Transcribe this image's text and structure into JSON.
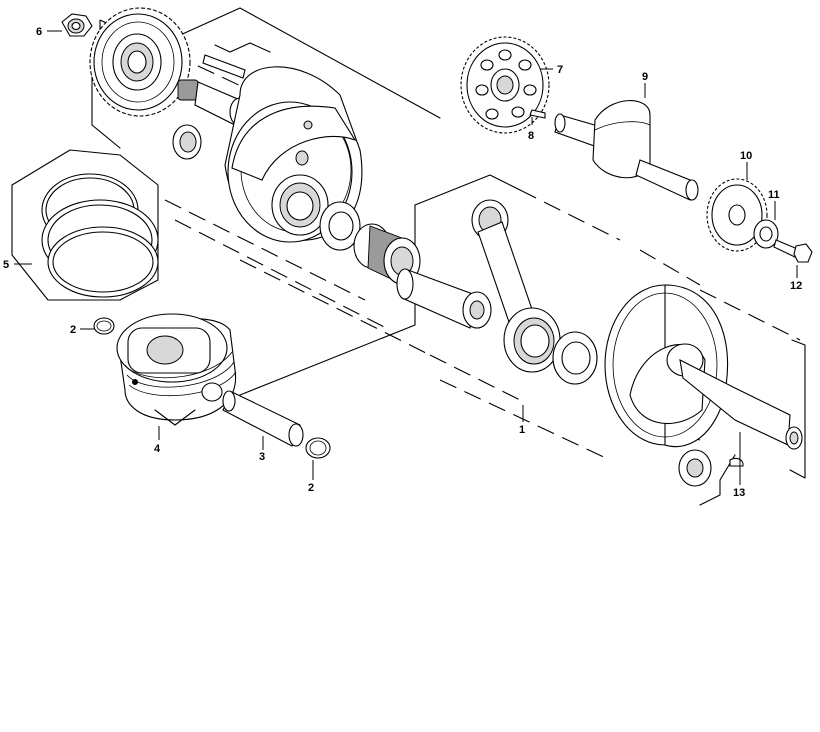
{
  "callouts": {
    "c1": "1",
    "c2a": "2",
    "c2b": "2",
    "c3": "3",
    "c4": "4",
    "c5": "5",
    "c6": "6",
    "c7": "7",
    "c8": "8",
    "c9": "9",
    "c10": "10",
    "c11": "11",
    "c12": "12",
    "c13": "13"
  }
}
